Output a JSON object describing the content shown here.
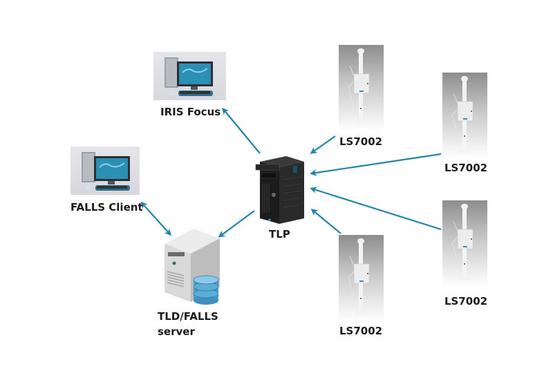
{
  "diagram": {
    "nodes": [
      {
        "id": "iris",
        "label": "IRIS Focus",
        "icon": "desktop-computer-icon"
      },
      {
        "id": "falls_client",
        "label": "FALLS Client",
        "icon": "desktop-computer-icon"
      },
      {
        "id": "tld",
        "label_line1": "TLD/FALLS",
        "label_line2": "server",
        "icon": "database-server-icon"
      },
      {
        "id": "tlp",
        "label": "TLP",
        "icon": "tower-server-icon"
      },
      {
        "id": "ls1",
        "label": "LS7002",
        "icon": "lightning-sensor-icon"
      },
      {
        "id": "ls2",
        "label": "LS7002",
        "icon": "lightning-sensor-icon"
      },
      {
        "id": "ls3",
        "label": "LS7002",
        "icon": "lightning-sensor-icon"
      },
      {
        "id": "ls4",
        "label": "LS7002",
        "icon": "lightning-sensor-icon"
      }
    ],
    "edges": [
      {
        "from": "tlp",
        "to": "iris",
        "direction": "one-way"
      },
      {
        "from": "tlp",
        "to": "tld",
        "direction": "one-way"
      },
      {
        "from": "falls_client",
        "to": "tld",
        "direction": "two-way"
      },
      {
        "from": "ls1",
        "to": "tlp",
        "direction": "one-way"
      },
      {
        "from": "ls2",
        "to": "tlp",
        "direction": "one-way"
      },
      {
        "from": "ls3",
        "to": "tlp",
        "direction": "one-way"
      },
      {
        "from": "ls4",
        "to": "tlp",
        "direction": "one-way"
      }
    ],
    "colors": {
      "arrow": "#1f83a8",
      "screen": "#2c8fb4",
      "database": "#5aaed8"
    }
  }
}
